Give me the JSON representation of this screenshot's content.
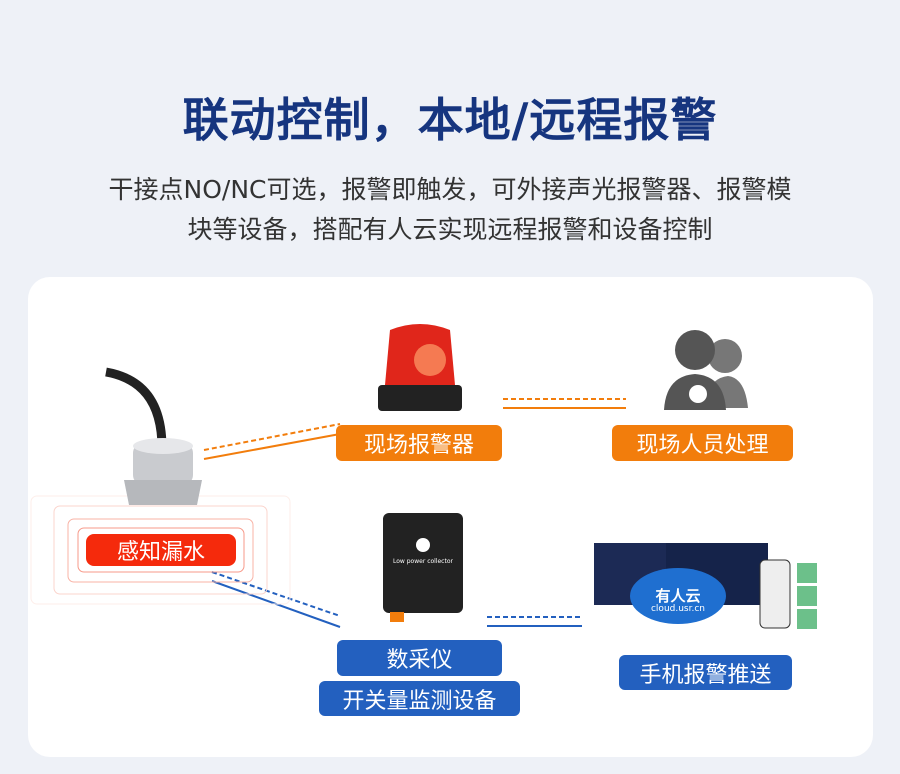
{
  "header": {
    "title": "联动控制，本地/远程报警",
    "subtitle_line1": "干接点NO/NC可选，报警即触发，可外接声光报警器、报警模",
    "subtitle_line2": "块等设备，搭配有人云实现远程报警和设备控制"
  },
  "diagram": {
    "sensor_label": "感知漏水",
    "alarm_label": "现场报警器",
    "staff_label": "现场人员处理",
    "collector_label": "数采仪",
    "switch_label": "开关量监测设备",
    "push_label": "手机报警推送",
    "collector_text": "Low power collector",
    "cloud_name": "有人云",
    "cloud_url": "cloud.usr.cn"
  },
  "colors": {
    "title": "#16357f",
    "orange": "#f27d0c",
    "blue": "#2360bf",
    "red": "#f52a0c"
  }
}
